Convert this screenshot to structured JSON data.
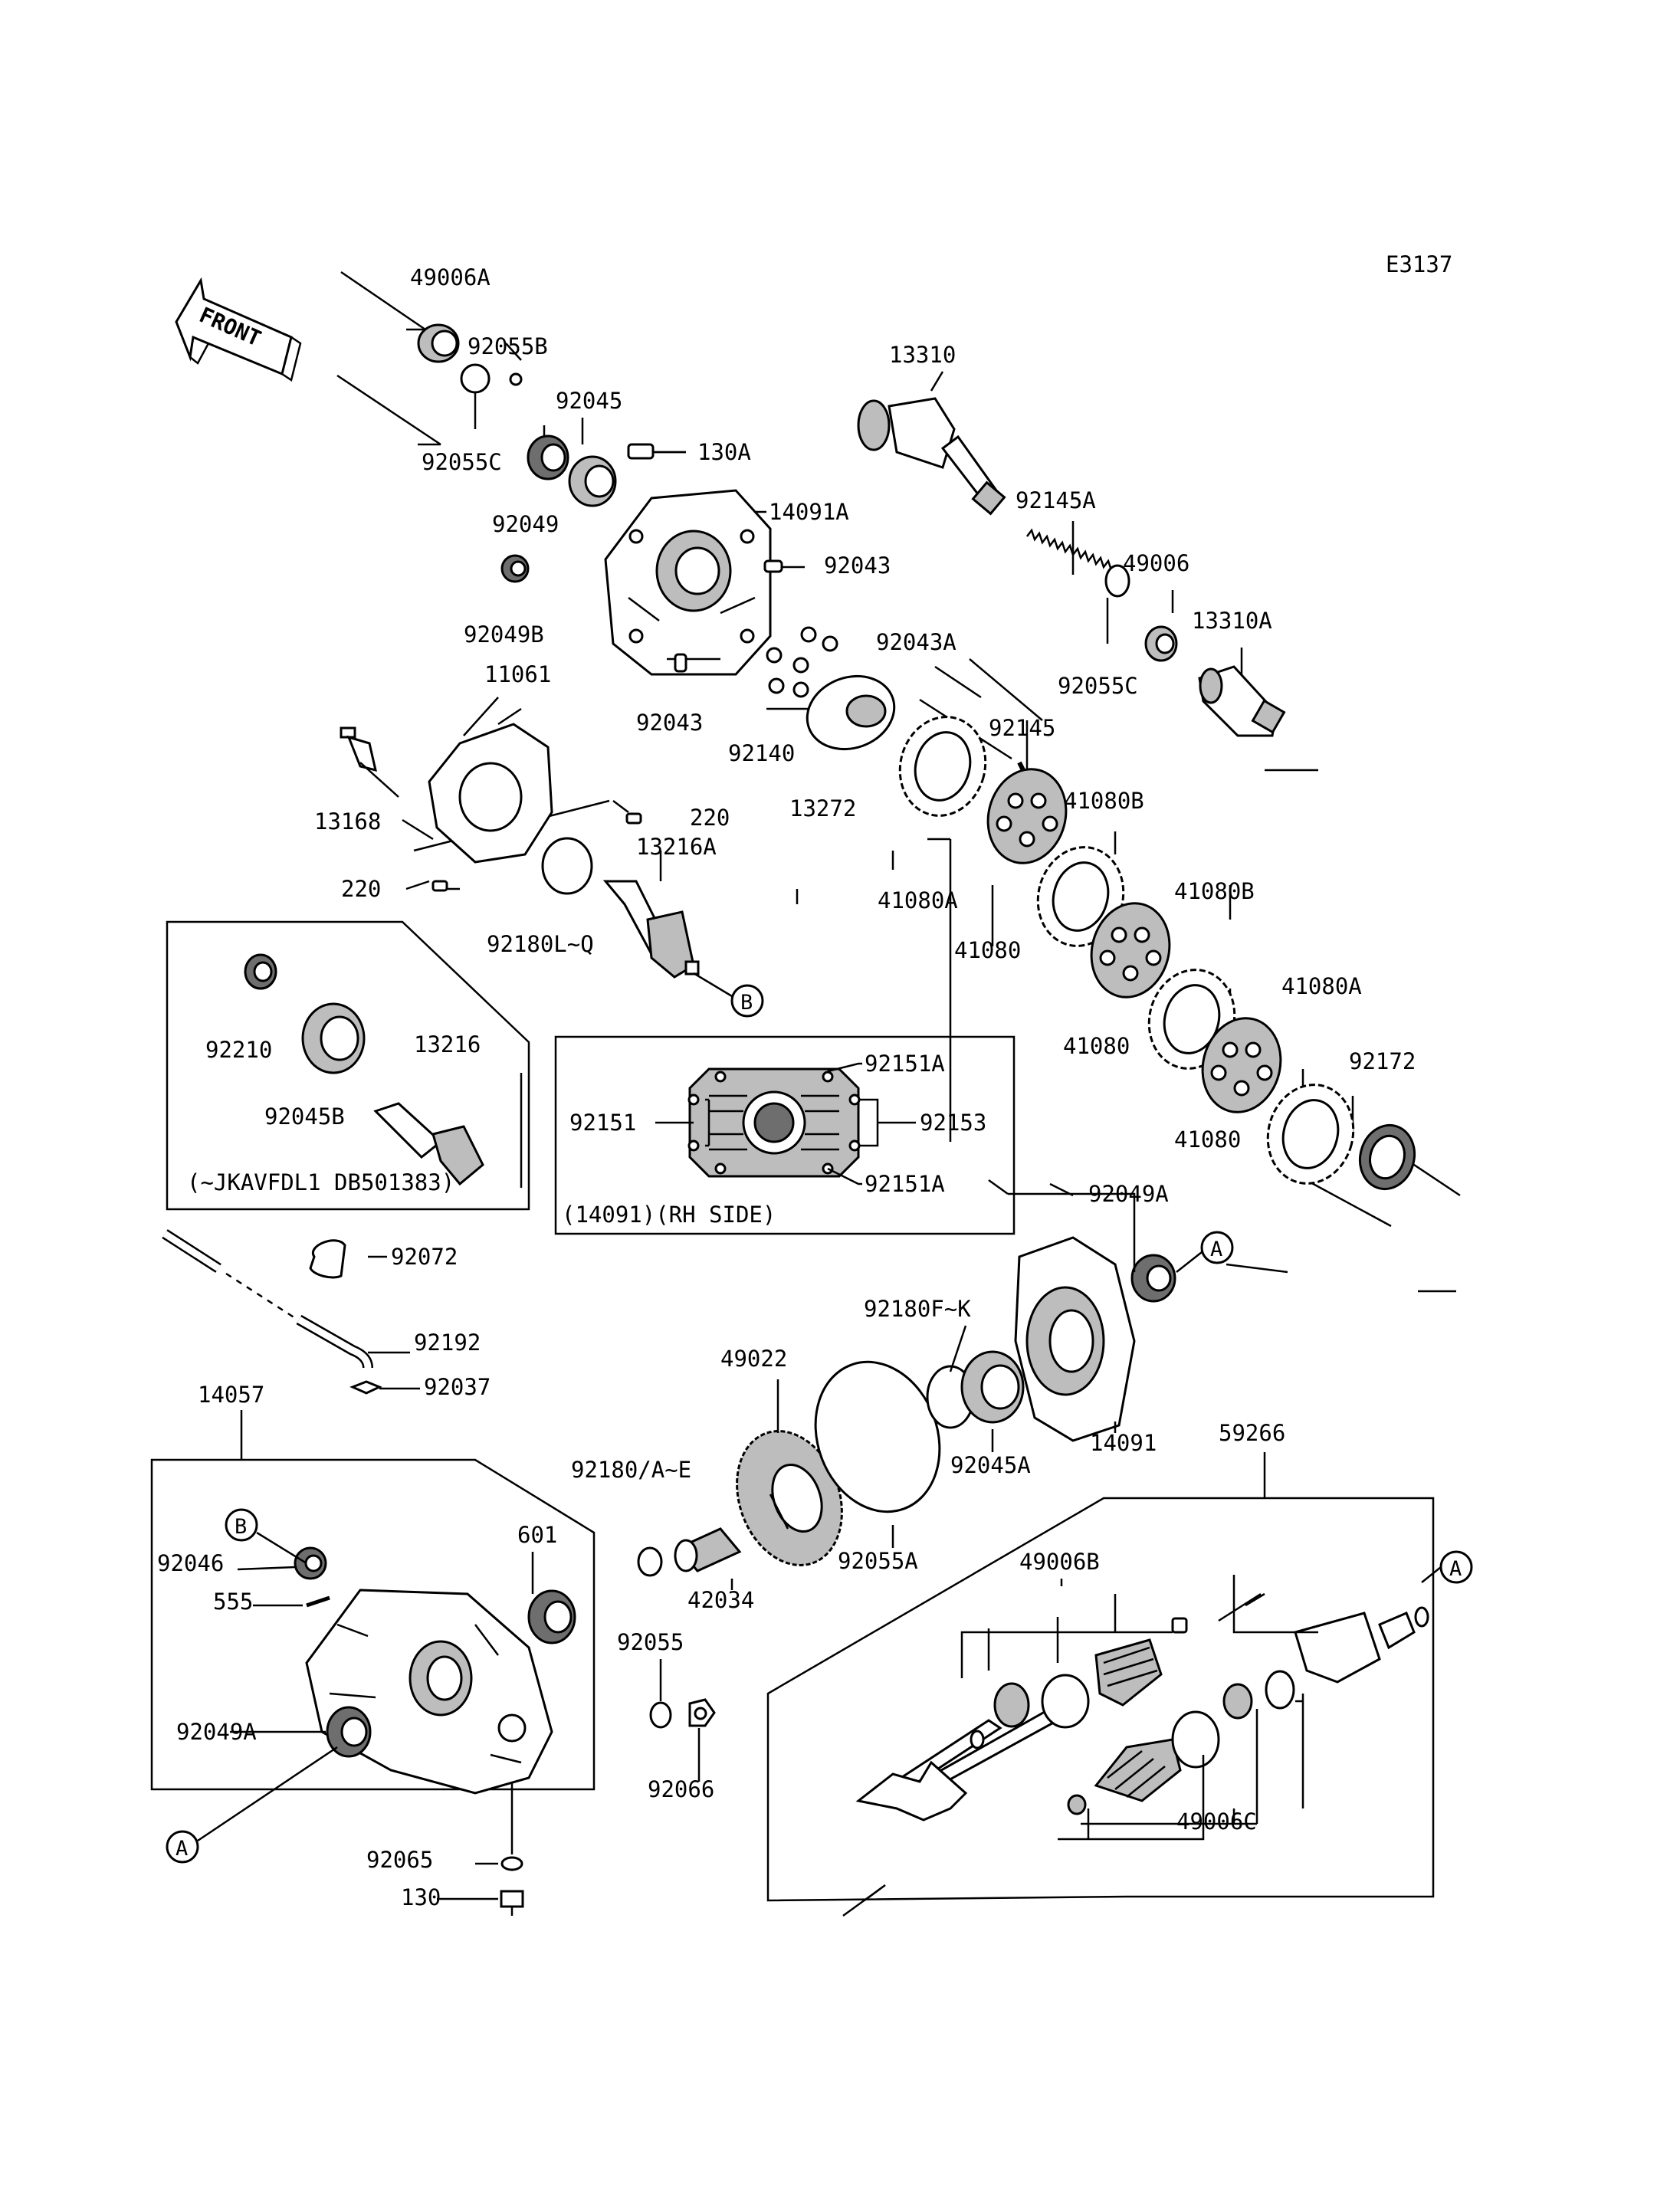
{
  "diagram_code": "E3137",
  "front_label": "FRONT",
  "parts": {
    "p49006A": "49006A",
    "p92055B": "92055B",
    "p92045": "92045",
    "p130A": "130A",
    "p92055C_top": "92055C",
    "p92049": "92049",
    "p14091A": "14091A",
    "p92043_r": "92043",
    "p92049B": "92049B",
    "p92043_b": "92043",
    "p13310": "13310",
    "p92145A": "92145A",
    "p49006": "49006",
    "p13310A": "13310A",
    "p92055C_r": "92055C",
    "p92043A": "92043A",
    "p92140": "92140",
    "p13272": "13272",
    "p92145": "92145",
    "p11061": "11061",
    "p13168": "13168",
    "p220_r": "220",
    "p220_l": "220",
    "p13216A": "13216A",
    "p92180LQ": "92180L~Q",
    "p41080B_1": "41080B",
    "p41080A_1": "41080A",
    "p41080_1": "41080",
    "p41080B_2": "41080B",
    "p41080_2": "41080",
    "p41080A_2": "41080A",
    "p92172": "92172",
    "p41080_3": "41080",
    "p92210": "92210",
    "p13216": "13216",
    "p92045B": "92045B",
    "inset1_note": "(~JKAVFDL1 DB501383)",
    "p92151A_top": "92151A",
    "p92151": "92151",
    "p92153": "92153",
    "p92151A_bot": "92151A",
    "inset2_note": "(14091)(RH SIDE)",
    "p92072": "92072",
    "p92192": "92192",
    "p92037": "92037",
    "p14057": "14057",
    "p92049A_top": "92049A",
    "p92180FK": "92180F~K",
    "p49022": "49022",
    "p14091": "14091",
    "p92045A": "92045A",
    "p59266": "59266",
    "p92180AE": "92180/A~E",
    "p601": "601",
    "p42034": "42034",
    "p92055A": "92055A",
    "p92046": "92046",
    "p555": "555",
    "p92055": "92055",
    "p49006B": "49006B",
    "p92049A_bot": "92049A",
    "p92066": "92066",
    "p49006C": "49006C",
    "p92065": "92065",
    "p130": "130"
  },
  "callouts": {
    "A": "A",
    "B": "B"
  }
}
